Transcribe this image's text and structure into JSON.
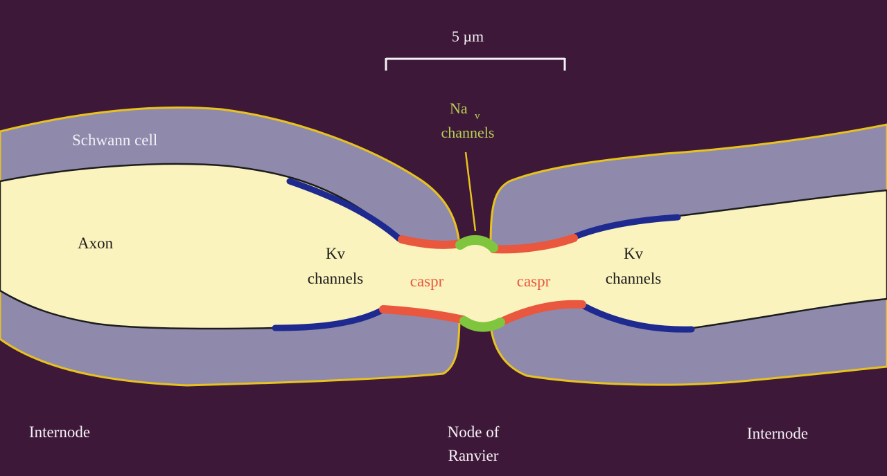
{
  "colors": {
    "background": "#3d1838",
    "schwann_fill": "#8f8aac",
    "schwann_outline": "#e8c21e",
    "axon_fill": "#fbf3bd",
    "axon_outline": "#1c1c1c",
    "kv_channels": "#1e2a8f",
    "caspr": "#e8573e",
    "nav_channels": "#7fc63e",
    "white_text": "#f4f0f6",
    "dark_text": "#1c1c1c",
    "nav_text": "#b5cf55"
  },
  "scale_bar": {
    "label": "5 µm"
  },
  "labels": {
    "schwann_cell": "Schwann cell",
    "axon": "Axon",
    "kv_left_line1": "Kv",
    "kv_left_line2": "channels",
    "kv_right_line1": "Kv",
    "kv_right_line2": "channels",
    "caspr_left": "caspr",
    "caspr_right": "caspr",
    "nav_main": "Na",
    "nav_sub": "v",
    "nav_line2": "channels",
    "internode_left": "Internode",
    "internode_right": "Internode",
    "node_line1": "Node of",
    "node_line2": "Ranvier"
  }
}
